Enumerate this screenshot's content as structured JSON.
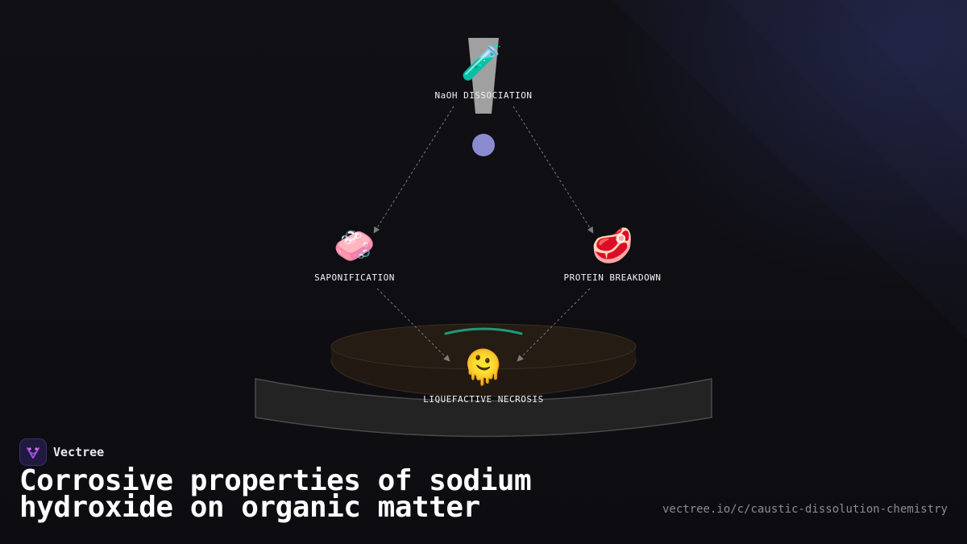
{
  "diagram": {
    "nodes": [
      {
        "id": "naoh",
        "label": "NaOH DISSOCIATION",
        "icon": "test-tube-icon",
        "glyph": "🧪"
      },
      {
        "id": "saponification",
        "label": "SAPONIFICATION",
        "icon": "soap-icon",
        "glyph": "🧼"
      },
      {
        "id": "protein",
        "label": "PROTEIN BREAKDOWN",
        "icon": "meat-icon",
        "glyph": "🥩"
      },
      {
        "id": "necrosis",
        "label": "LIQUEFACTIVE NECROSIS",
        "icon": "melting-face-icon",
        "glyph": "🫠"
      }
    ],
    "edges": [
      {
        "from": "naoh",
        "to": "saponification"
      },
      {
        "from": "naoh",
        "to": "protein"
      },
      {
        "from": "saponification",
        "to": "necrosis"
      },
      {
        "from": "protein",
        "to": "necrosis"
      }
    ],
    "colors": {
      "beam": "#a9a9a9",
      "particle": "#8b8bd0",
      "arrow": "#7a7a80",
      "pool": "#221a12",
      "dish": "#232323",
      "meniscus": "#1f9a7a"
    }
  },
  "brand": {
    "name": "Vectree",
    "logo_color": "#211a40",
    "logo_icon": "vectree-logo-icon"
  },
  "title": "Corrosive properties of sodium hydroxide on organic matter",
  "url": "vectree.io/c/caustic-dissolution-chemistry"
}
